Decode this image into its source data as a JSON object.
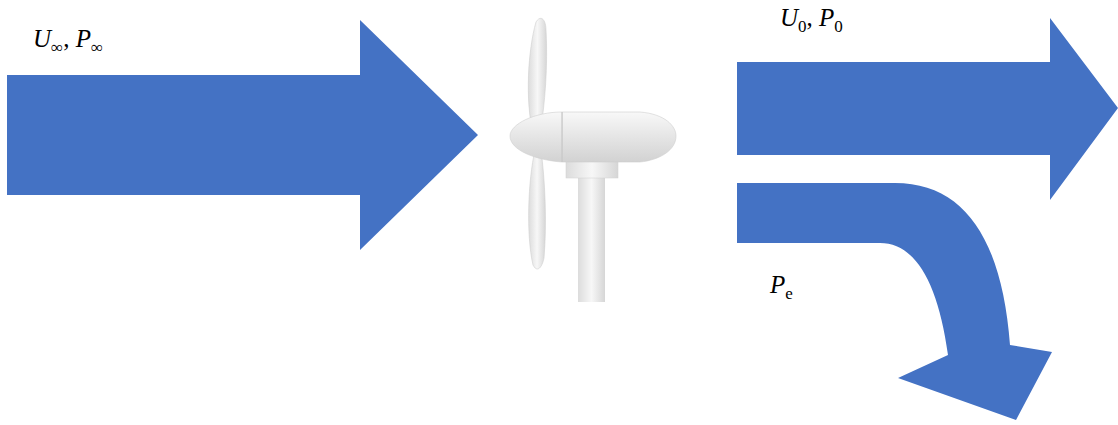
{
  "diagram": {
    "labels": [
      "U∞, P∞",
      "U0, P0",
      "Pe"
    ]
  }
}
